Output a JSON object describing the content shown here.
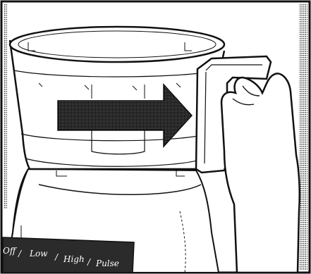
{
  "control_panel": {
    "labels": [
      "Off",
      "Low",
      "High",
      "Pulse"
    ],
    "separator": "/"
  },
  "icons": {
    "direction_arrow": "arrow-right-icon",
    "hand": "hand-icon"
  },
  "colors": {
    "line": "#111111",
    "fill": "#ffffff",
    "hatch": "#4a4a4a",
    "panel": "#2b2b2b"
  }
}
